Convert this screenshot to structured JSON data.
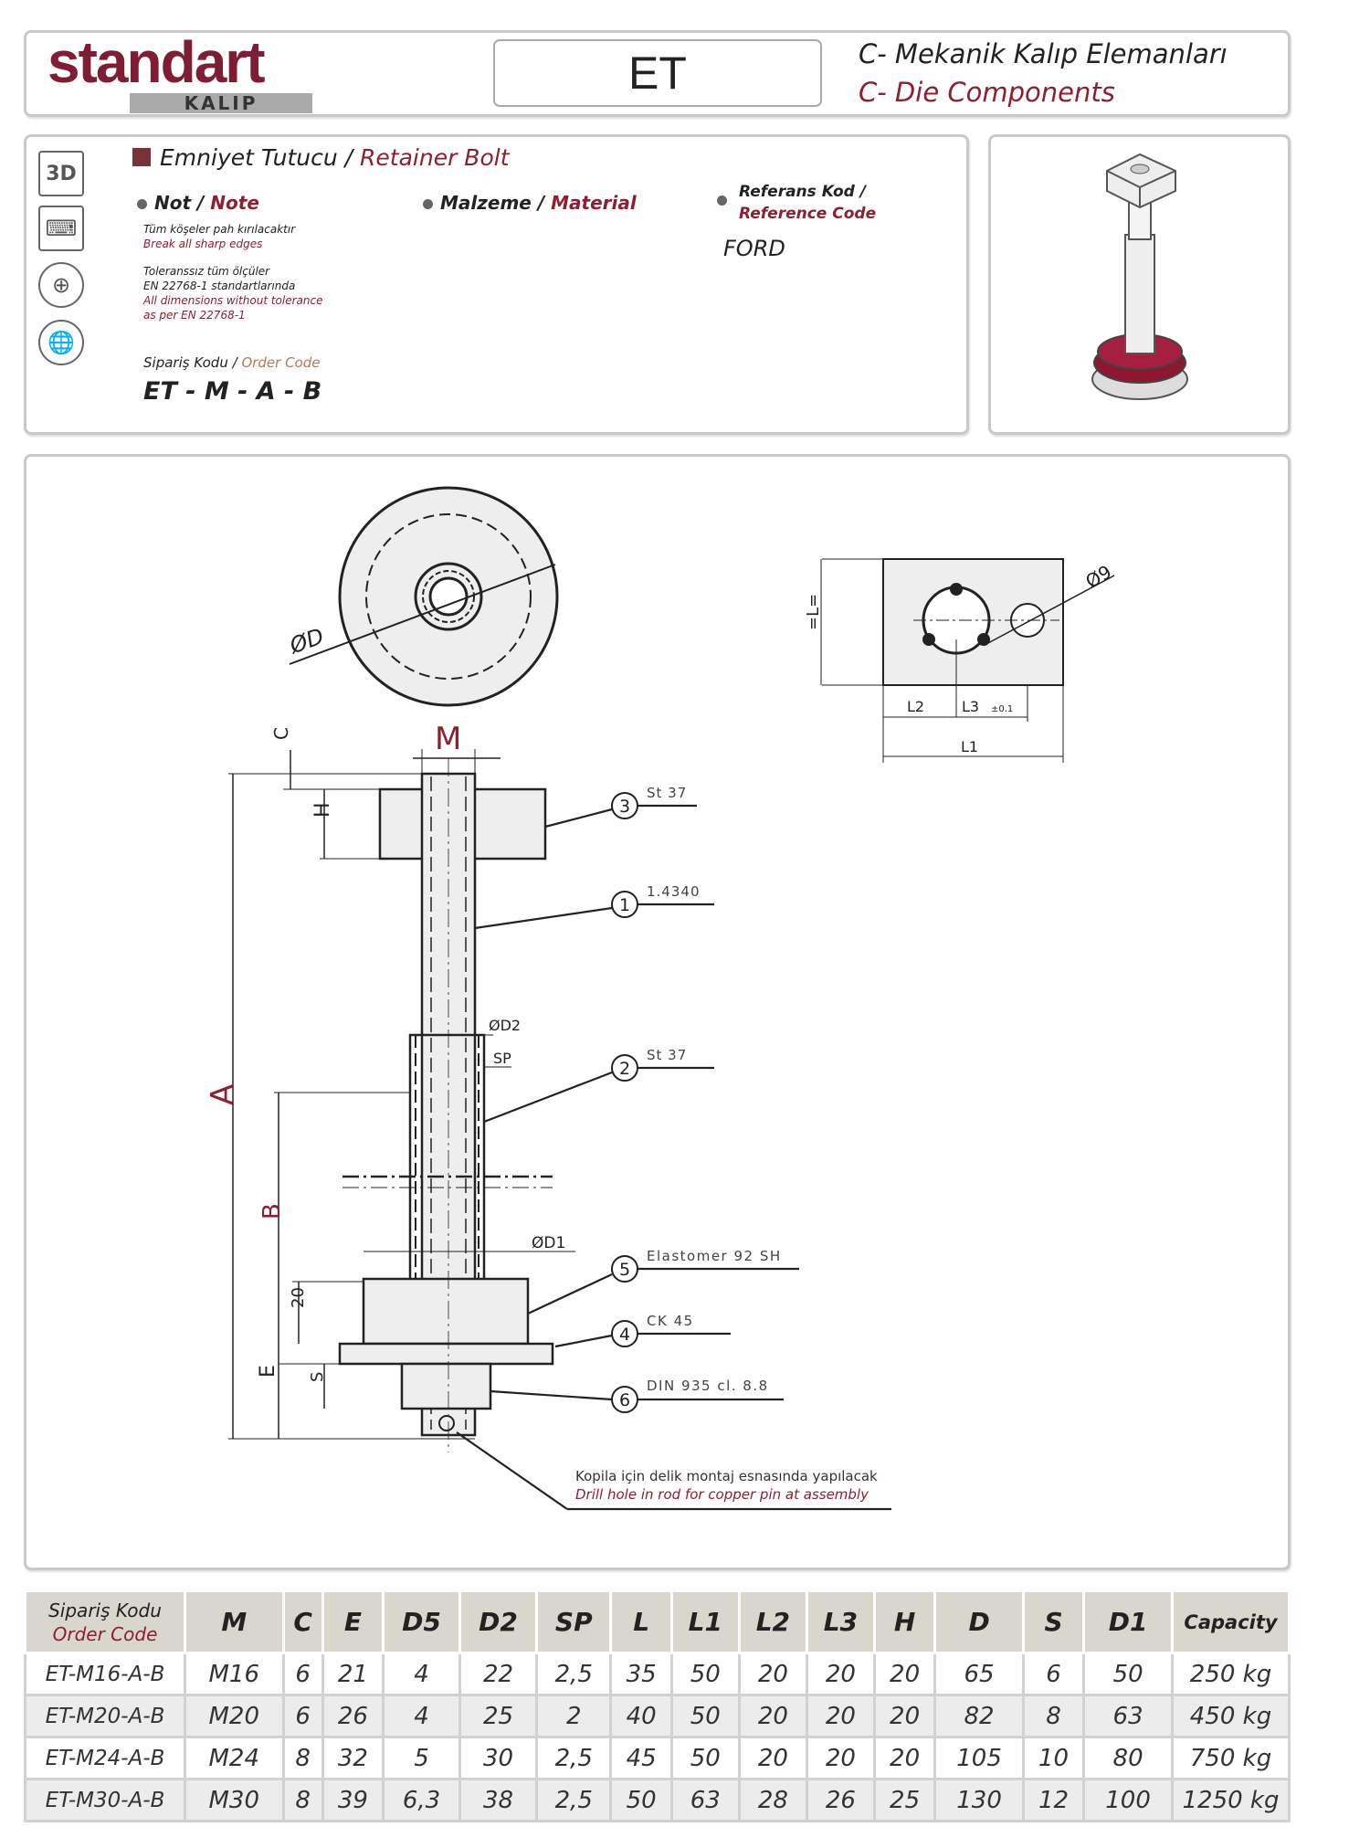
{
  "header": {
    "logo_word": "standart",
    "logo_sub": "KALIP",
    "code": "ET",
    "category_tr": "C- Mekanik Kalıp Elemanları",
    "category_en": "C- Die Components"
  },
  "side_icons": [
    "3d-icon",
    "cad-icon",
    "tolerance-icon",
    "globe-icon"
  ],
  "side_icons_text": {
    "three_d": "3D"
  },
  "info": {
    "title_tr": "Emniyet Tutucu /",
    "title_en": "Retainer Bolt",
    "note_tr": "Not /",
    "note_en": "Note",
    "note_lines": [
      {
        "tr": "Tüm köşeler pah kırılacaktır",
        "en": "Break all sharp edges"
      },
      {
        "tr1": "Toleranssız tüm ölçüler",
        "tr2": "EN 22768-1 standartlarında",
        "en1": "All dimensions without tolerance",
        "en2": "as per EN 22768-1"
      }
    ],
    "material_tr": "Malzeme /",
    "material_en": "Material",
    "ref_tr": "Referans Kod /",
    "ref_en": "Reference Code",
    "ref_value": "FORD",
    "order_tr": "Sipariş Kodu /",
    "order_en": "Order Code",
    "order_value": "ET - M - A - B"
  },
  "drawing": {
    "dia_D": "ØD",
    "dia_9": "Ø9",
    "L_eq": "=L=",
    "L1": "L1",
    "L2": "L2",
    "L3": "L3",
    "L3_tol": "±0.1",
    "M": "M",
    "A": "A",
    "B": "B",
    "C": "C",
    "H": "H",
    "E": "E",
    "S": "S",
    "twenty": "20",
    "D2": "ØD2",
    "SP": "SP",
    "D1": "ØD1",
    "callouts": [
      {
        "num": "3",
        "label": "St 37"
      },
      {
        "num": "1",
        "label": "1.4340"
      },
      {
        "num": "2",
        "label": "St 37"
      },
      {
        "num": "5",
        "label": "Elastomer 92 SH"
      },
      {
        "num": "4",
        "label": "CK 45"
      },
      {
        "num": "6",
        "label": "DIN 935 cl. 8.8"
      }
    ],
    "note_tr": "Kopila için delik montaj esnasında yapılacak",
    "note_en": "Drill hole in rod for copper pin at assembly"
  },
  "table": {
    "code_tr": "Sipariş Kodu",
    "code_en": "Order Code",
    "headers": [
      "M",
      "C",
      "E",
      "D5",
      "D2",
      "SP",
      "L",
      "L1",
      "L2",
      "L3",
      "H",
      "D",
      "S",
      "D1",
      "Capacity"
    ],
    "rows": [
      [
        "ET-M16-A-B",
        "M16",
        "6",
        "21",
        "4",
        "22",
        "2,5",
        "35",
        "50",
        "20",
        "20",
        "20",
        "65",
        "6",
        "50",
        "250 kg"
      ],
      [
        "ET-M20-A-B",
        "M20",
        "6",
        "26",
        "4",
        "25",
        "2",
        "40",
        "50",
        "20",
        "20",
        "20",
        "82",
        "8",
        "63",
        "450 kg"
      ],
      [
        "ET-M24-A-B",
        "M24",
        "8",
        "32",
        "5",
        "30",
        "2,5",
        "45",
        "50",
        "20",
        "20",
        "20",
        "105",
        "10",
        "80",
        "750 kg"
      ],
      [
        "ET-M30-A-B",
        "M30",
        "8",
        "39",
        "6,3",
        "38",
        "2,5",
        "50",
        "63",
        "28",
        "26",
        "25",
        "130",
        "12",
        "100",
        "1250 kg"
      ]
    ]
  },
  "colors": {
    "brand": "#7f1d35",
    "accent_text": "#8c2030",
    "header_bg": "#d8d6cd",
    "elastomer": "#8e1630"
  }
}
